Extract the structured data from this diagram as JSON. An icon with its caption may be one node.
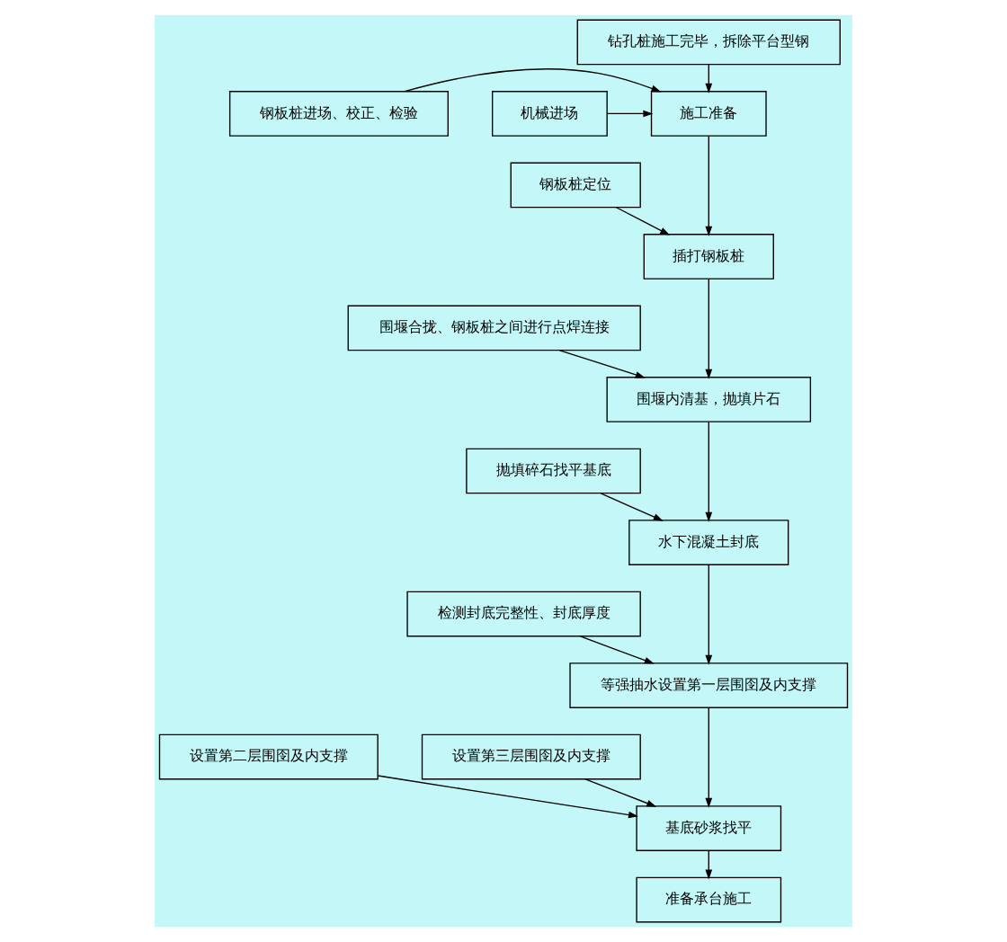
{
  "diagram": {
    "nodes": [
      {
        "text": [
          "钻孔桩施工完毕，拆除平台型钢"
        ]
      },
      {
        "text": [
          "钢板桩进场、校正、检验"
        ]
      },
      {
        "text": [
          "施工准备"
        ]
      },
      {
        "text": [
          "机械进场"
        ]
      },
      {
        "text": [
          "钢板桩定位"
        ]
      },
      {
        "text": [
          "插打钢板桩"
        ]
      },
      {
        "text": [
          "围堰合拢、钢板桩之间进行点焊连接"
        ]
      },
      {
        "text": [
          "围堰内清基，抛填片石"
        ]
      },
      {
        "text": [
          "抛填碎石找平基底"
        ]
      },
      {
        "text": [
          "水下混凝土封底"
        ]
      },
      {
        "text": [
          "检测封底完整性、封底厚度"
        ]
      },
      {
        "text": [
          "等强抽水设置第一层围囹及内支撑"
        ]
      },
      {
        "text": [
          "设置第二层围囹及内支撑"
        ]
      },
      {
        "text": [
          "设置第三层围囹及内支撑"
        ]
      },
      {
        "text": [
          "基底砂浆找平"
        ]
      },
      {
        "text": [
          "准备承台施工"
        ]
      }
    ],
    "edges": [
      {
        "from": 0,
        "to": 2,
        "arrow": "to"
      },
      {
        "from": 1,
        "to": 2,
        "arrow": "to"
      },
      {
        "from": 3,
        "to": 2,
        "arrow": "to"
      },
      {
        "from": 2,
        "to": 5,
        "arrow": "to"
      },
      {
        "from": 4,
        "to": 5,
        "arrow": "to"
      },
      {
        "from": 5,
        "to": 7,
        "arrow": "to"
      },
      {
        "from": 6,
        "to": 7,
        "arrow": "to"
      },
      {
        "from": 7,
        "to": 9,
        "arrow": "to"
      },
      {
        "from": 8,
        "to": 9,
        "arrow": "to"
      },
      {
        "from": 9,
        "to": 11,
        "arrow": "to"
      },
      {
        "from": 10,
        "to": 11,
        "arrow": "to"
      },
      {
        "from": 11,
        "to": 14,
        "arrow": "to"
      },
      {
        "from": 12,
        "to": 14,
        "arrow": "to"
      },
      {
        "from": 13,
        "to": 14,
        "arrow": "to"
      },
      {
        "from": 14,
        "to": 15,
        "arrow": "to"
      }
    ]
  }
}
